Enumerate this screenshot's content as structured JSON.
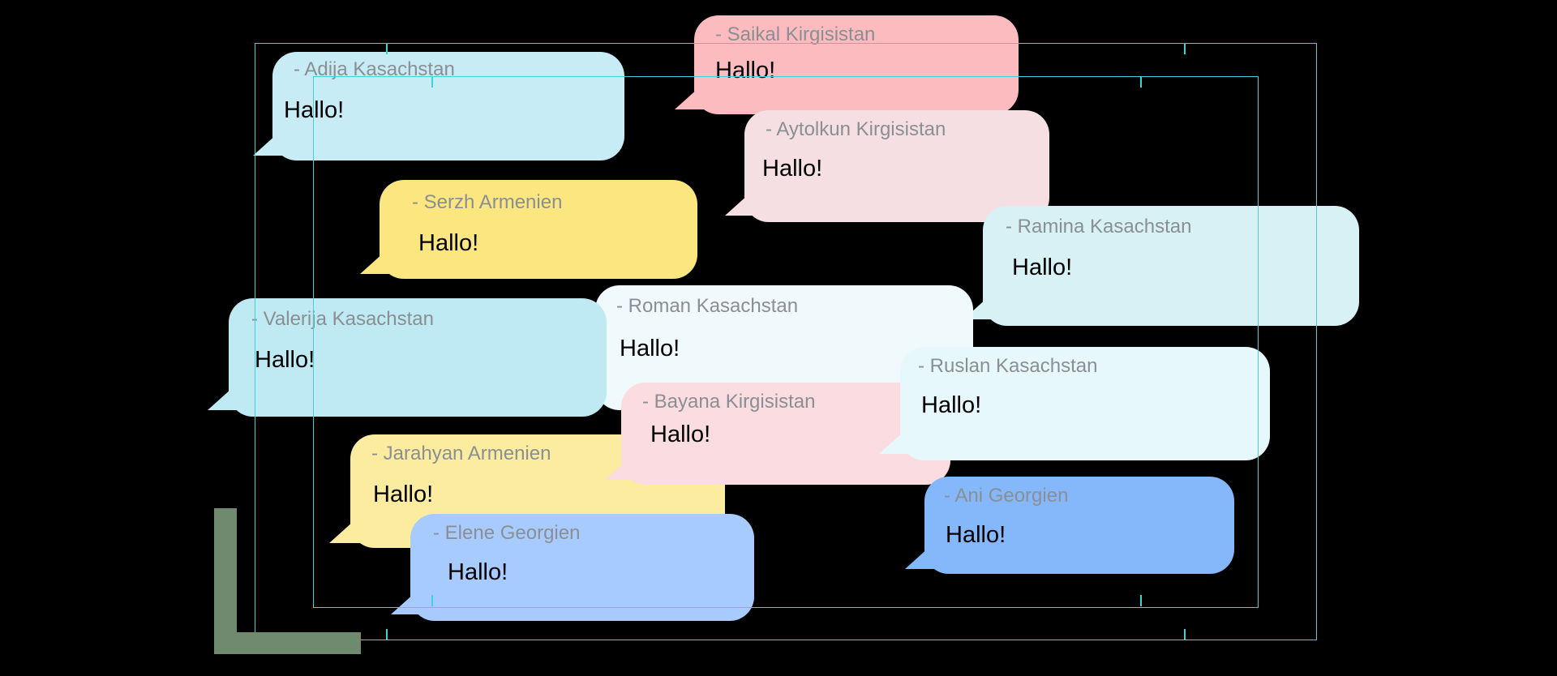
{
  "bubbles": [
    {
      "id": "saikal",
      "name": "- Saikal Kirgisistan",
      "message": "Hallo!",
      "color": "#fcbcbf"
    },
    {
      "id": "adija",
      "name": "- Adija Kasachstan",
      "message": "Hallo!",
      "color": "#c7ecf5"
    },
    {
      "id": "aytolkun",
      "name": "- Aytolkun Kirgisistan",
      "message": "Hallo!",
      "color": "#f6dfe3"
    },
    {
      "id": "serzh",
      "name": "- Serzh Armenien",
      "message": "Hallo!",
      "color": "#fbe67f"
    },
    {
      "id": "ramina",
      "name": "- Ramina Kasachstan",
      "message": "Hallo!",
      "color": "#d8f1f5"
    },
    {
      "id": "valerija",
      "name": "- Valerija Kasachstan",
      "message": "Hallo!",
      "color": "#bfe9f3"
    },
    {
      "id": "roman",
      "name": "- Roman Kasachstan",
      "message": "Hallo!",
      "color": "#f0f9fc"
    },
    {
      "id": "ruslan",
      "name": "- Ruslan Kasachstan",
      "message": "Hallo!",
      "color": "#e7f8fc"
    },
    {
      "id": "bayana",
      "name": "- Bayana Kirgisistan",
      "message": "Hallo!",
      "color": "#fbdce0"
    },
    {
      "id": "jarahyan",
      "name": "- Jarahyan Armenien",
      "message": "Hallo!",
      "color": "#fcec9f"
    },
    {
      "id": "elene",
      "name": "- Elene Georgien",
      "message": "Hallo!",
      "color": "#a8cbff"
    },
    {
      "id": "ani",
      "name": "- Ani Georgien",
      "message": "Hallo!",
      "color": "#85b8fa"
    }
  ],
  "colors": {
    "guide": "#3fd3d6",
    "corner": "#6f8a6e",
    "background": "#000000"
  }
}
